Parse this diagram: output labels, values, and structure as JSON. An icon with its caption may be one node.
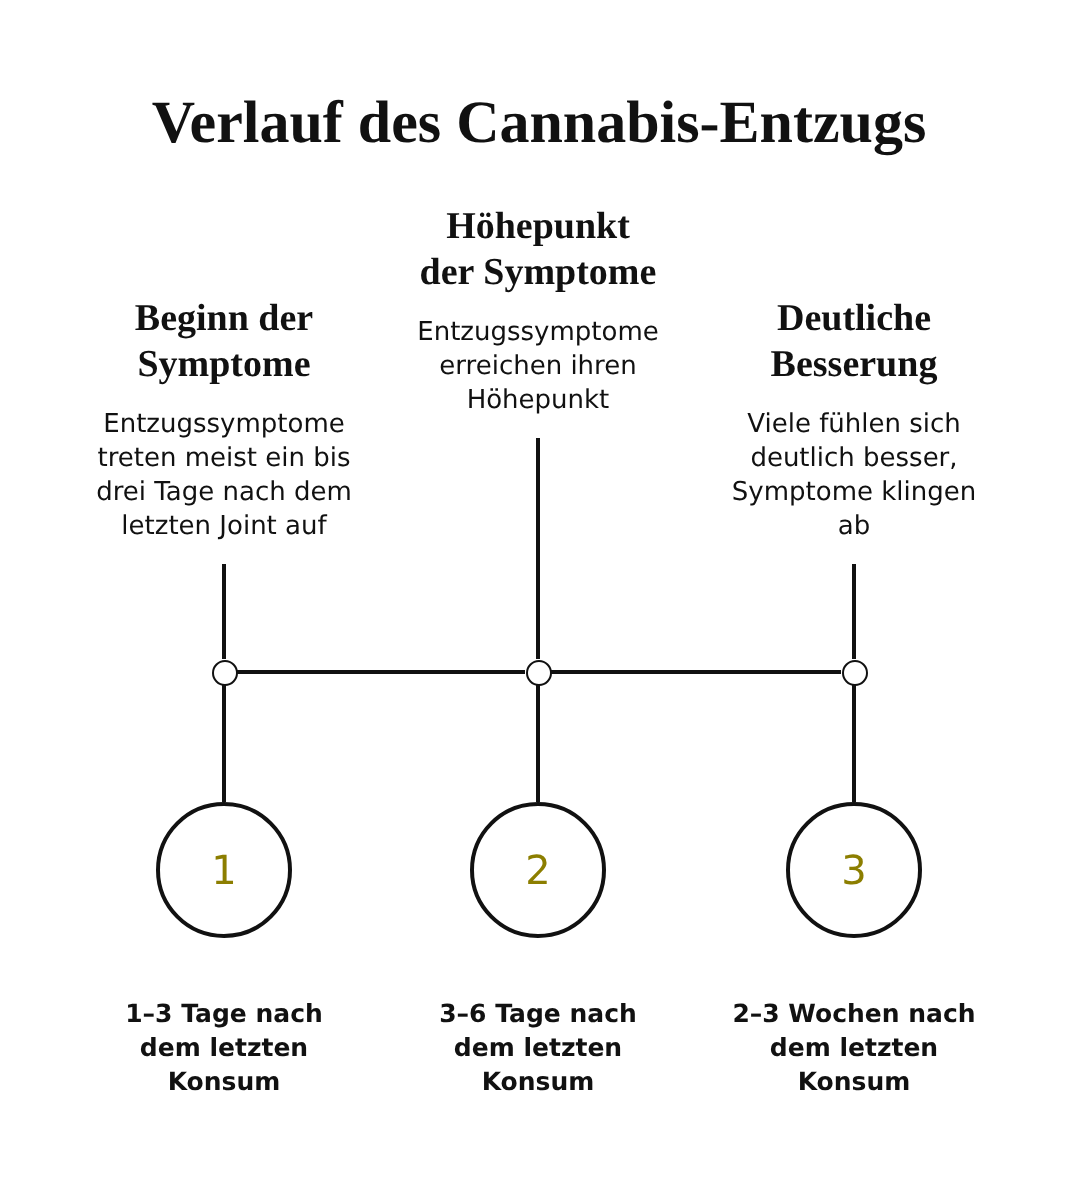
{
  "diagram": {
    "title": "Verlauf des Cannabis-Entzugs",
    "nodes": [
      {
        "text": [
          "Beginn der Symptome",
          "Entzugssymptome treten meist ein bis drei Tage nach dem letzten Joint auf"
        ]
      },
      {
        "text": [
          "Höhepunkt der Symptome",
          "Entzugssymptome erreichen ihren Höhepunkt"
        ]
      },
      {
        "text": [
          "Deutliche Besserung",
          "Viele fühlen sich deutlich besser, Symptome klingen ab"
        ]
      },
      {
        "text": [],
        "shape": "circle"
      },
      {
        "text": [],
        "shape": "circle"
      },
      {
        "text": [],
        "shape": "circle"
      },
      {
        "text": [
          "1"
        ],
        "beside": [
          "1–3 Tage nach dem letzten Konsum"
        ]
      },
      {
        "text": [
          "2"
        ],
        "beside": [
          "3–6 Tage nach dem letzten Konsum"
        ]
      },
      {
        "text": [
          "3"
        ],
        "beside": [
          "2–3 Wochen nach dem letzten Konsum"
        ]
      }
    ],
    "edges": [
      {
        "from": 0,
        "to": 3,
        "arrow": "none"
      },
      {
        "from": 1,
        "to": 4,
        "arrow": "none"
      },
      {
        "from": 2,
        "to": 5,
        "arrow": "none"
      },
      {
        "from": 3,
        "to": 4,
        "arrow": "none"
      },
      {
        "from": 4,
        "to": 5,
        "arrow": "none"
      },
      {
        "from": 3,
        "to": 6,
        "arrow": "none"
      },
      {
        "from": 4,
        "to": 7,
        "arrow": "none"
      },
      {
        "from": 5,
        "to": 8,
        "arrow": "none"
      }
    ]
  }
}
